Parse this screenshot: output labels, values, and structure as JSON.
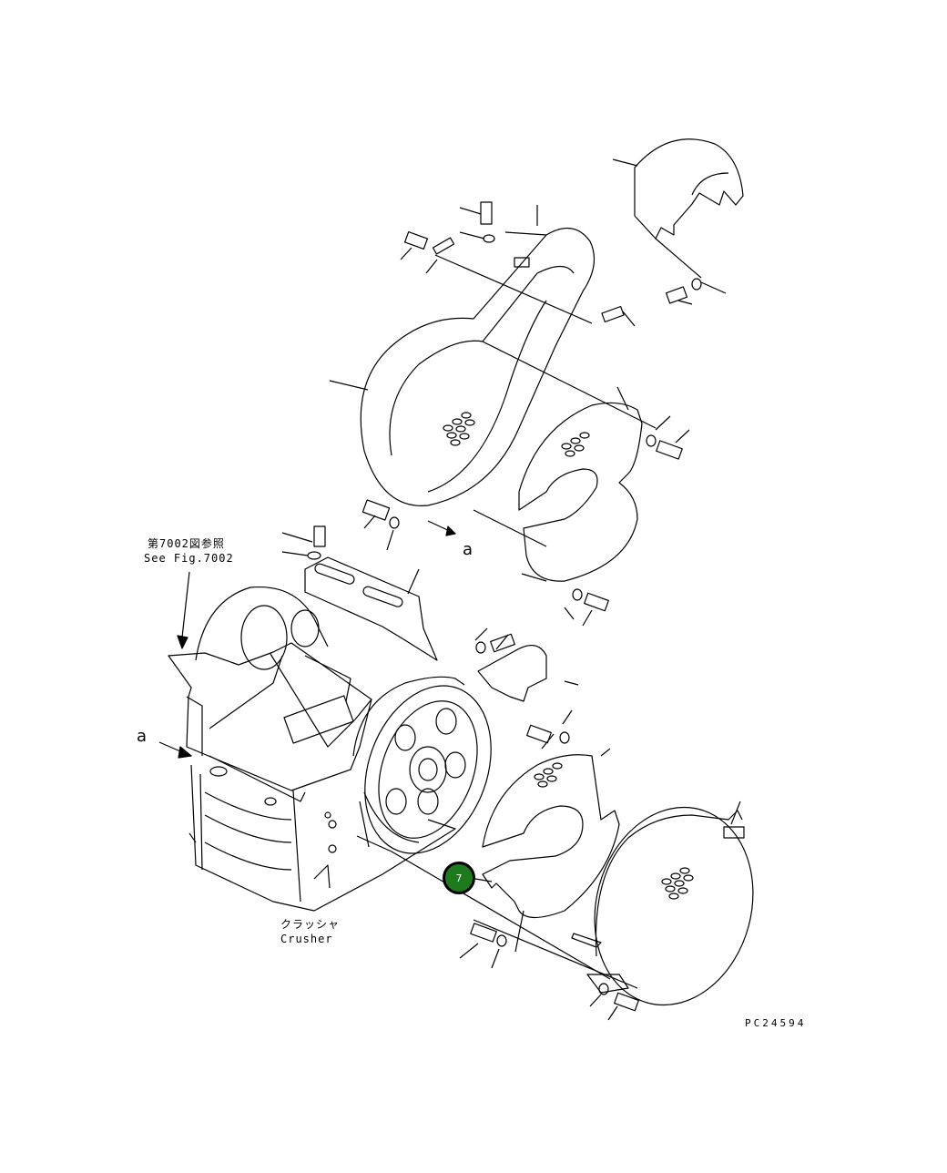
{
  "diagram": {
    "reference_jp": "第7002図参照",
    "reference_en": "See Fig.7002",
    "arrow_label_upper": "a",
    "arrow_label_lower": "a",
    "crusher_jp": "クラッシャ",
    "crusher_en": "Crusher",
    "drawing_code": "PC24594",
    "callout_number": "7",
    "callout_color": "#1d7a1d"
  }
}
